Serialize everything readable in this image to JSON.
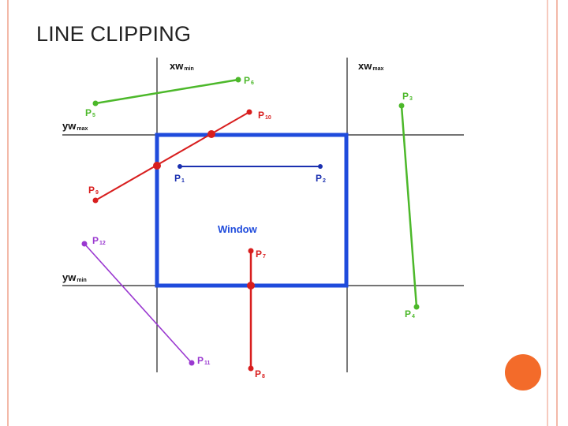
{
  "title": "LINE CLIPPING",
  "colors": {
    "window": "#1f4bdc",
    "green_line": "#4cb82a",
    "red_line": "#d81e1e",
    "blue_line": "#1b30b0",
    "purple_line": "#9a38d0",
    "axis_label": "#111111",
    "grid_line": "#222222",
    "border_accent": "#f3b9a8",
    "deco_circle": "#f36b2a"
  },
  "diagram": {
    "boundary_labels": {
      "xw_min": {
        "main": "xw",
        "sub": "min"
      },
      "xw_max": {
        "main": "xw",
        "sub": "max"
      },
      "yw_max": {
        "main": "yw",
        "sub": "max"
      },
      "yw_min": {
        "main": "yw",
        "sub": "min"
      }
    },
    "window_label": "Window",
    "points": {
      "P1": {
        "main": "P",
        "sub": "1"
      },
      "P2": {
        "main": "P",
        "sub": "2"
      },
      "P3": {
        "main": "P",
        "sub": "3"
      },
      "P4": {
        "main": "P",
        "sub": "4"
      },
      "P5": {
        "main": "P",
        "sub": "5"
      },
      "P6": {
        "main": "P",
        "sub": "6"
      },
      "P7": {
        "main": "P",
        "sub": "7"
      },
      "P8": {
        "main": "P",
        "sub": "8"
      },
      "P9": {
        "main": "P",
        "sub": "9"
      },
      "P10": {
        "main": "P",
        "sub": "10"
      },
      "P11": {
        "main": "P",
        "sub": "11"
      },
      "P12": {
        "main": "P",
        "sub": "12"
      }
    }
  }
}
